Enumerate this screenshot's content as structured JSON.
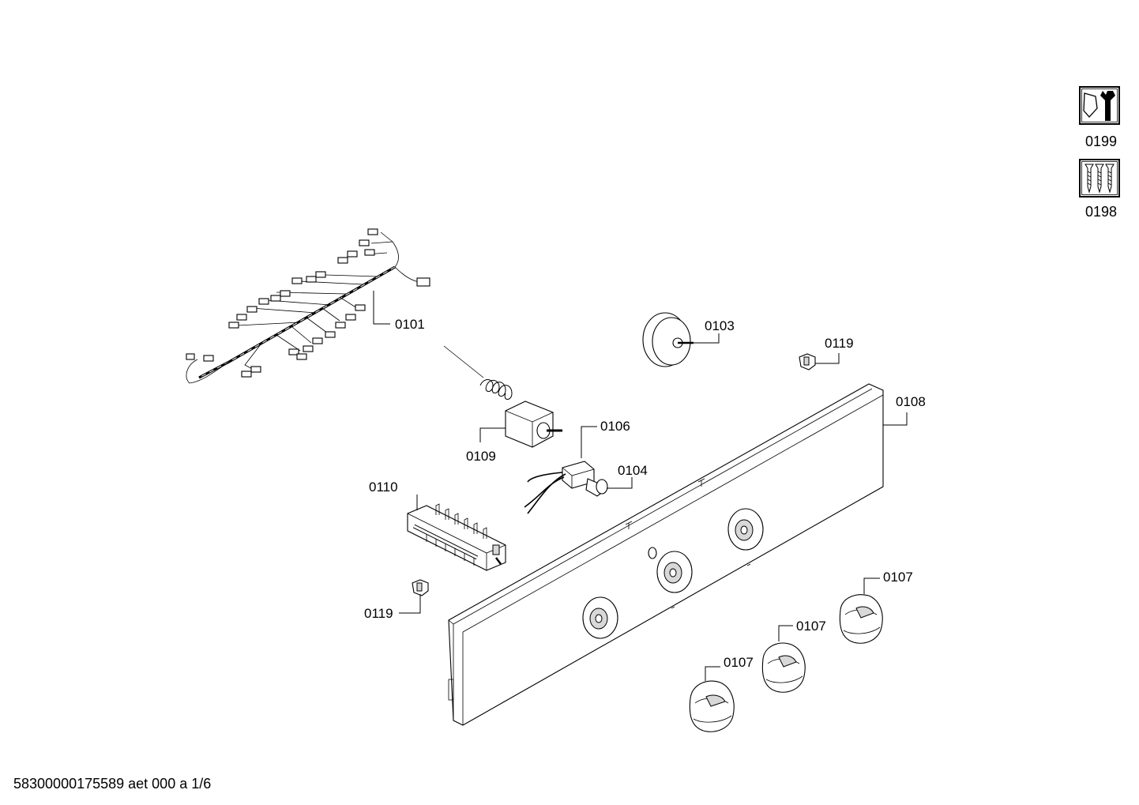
{
  "document_id": "58300000175589 aet 000 a 1/6",
  "callouts": {
    "c0101": "0101",
    "c0103": "0103",
    "c0119_top": "0119",
    "c0108": "0108",
    "c0106": "0106",
    "c0109": "0109",
    "c0104": "0104",
    "c0110": "0110",
    "c0119_bottom": "0119",
    "c0107_right": "0107",
    "c0107_middle": "0107",
    "c0107_left": "0107"
  },
  "service_icons": {
    "tools": {
      "label": "0199",
      "icon": "wrench-nut-icon"
    },
    "screws": {
      "label": "0198",
      "icon": "screws-icon"
    }
  }
}
